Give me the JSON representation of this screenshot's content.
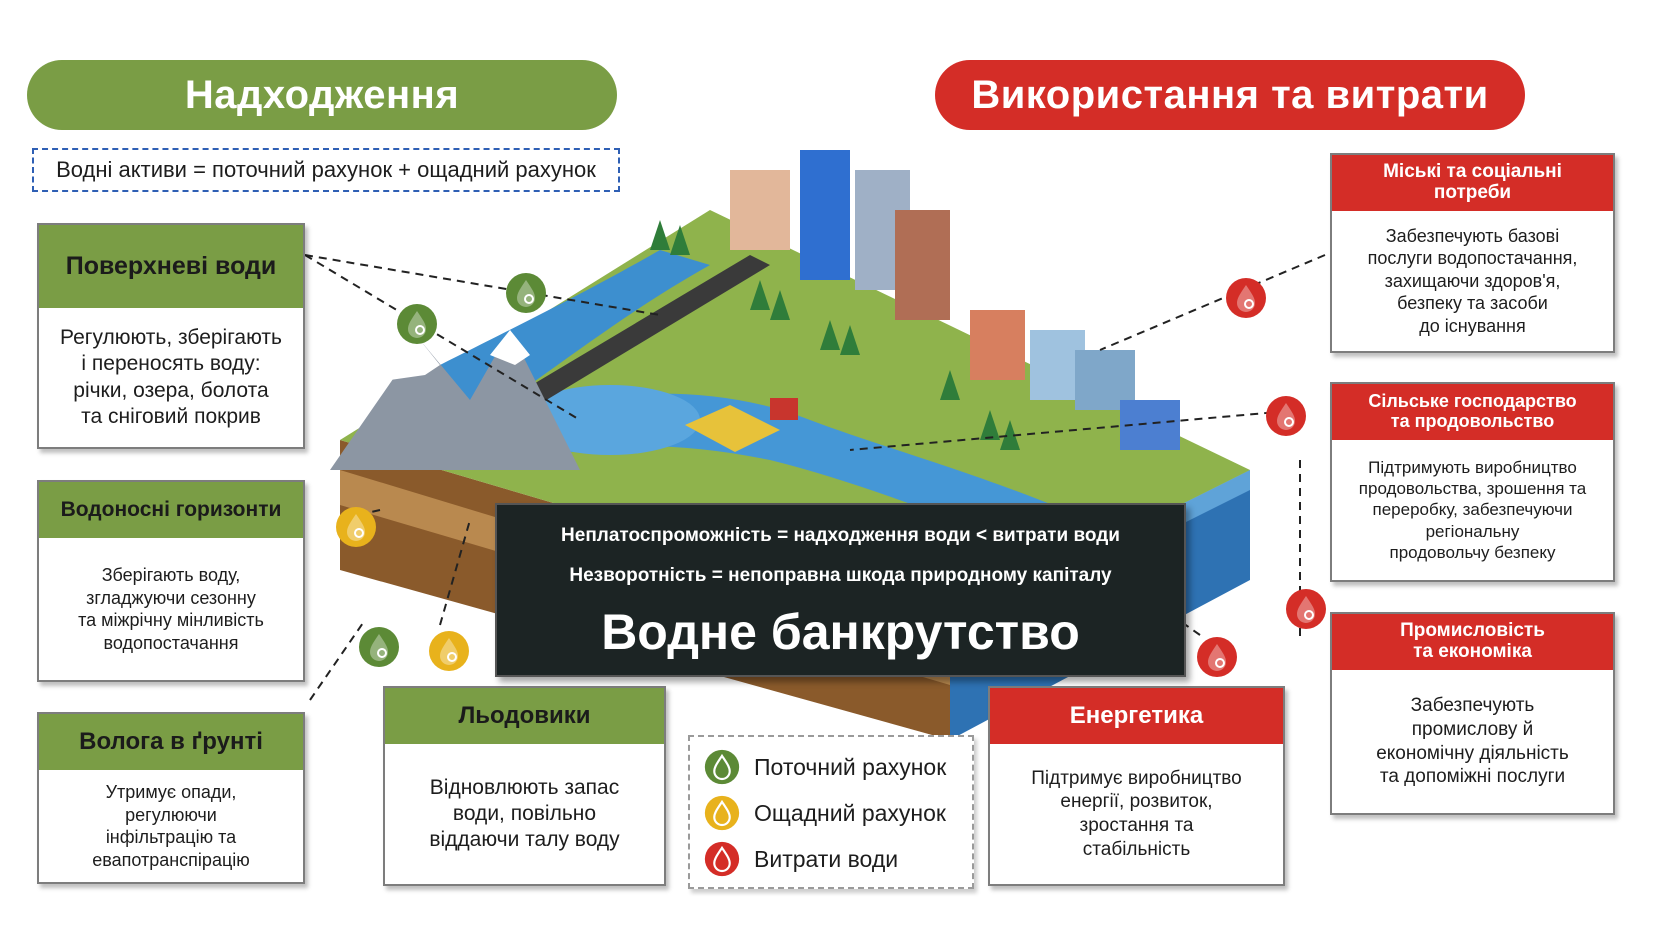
{
  "header": {
    "inflow_title": "Надходження",
    "outflow_title": "Використання та витрати"
  },
  "formula_assets": "Водні активи = поточний рахунок + ощадний рахунок",
  "inflow_cards": {
    "surface": {
      "title": "Поверхневі води",
      "body": "Регулюють, зберігають\nі переносять воду:\nрічки, озера, болота\nта сніговий покрив"
    },
    "aquifers": {
      "title": "Водоносні горизонти",
      "body": "Зберігають воду,\nзгладжуючи сезонну\nта міжрічну мінливість\nводопостачання"
    },
    "soil": {
      "title": "Вологa в ґрунті",
      "body": "Утримує опади,\nрегулюючи\nінфільтрацію та\nевапотранспірацію"
    },
    "glaciers": {
      "title": "Льодовики",
      "body": "Відновлюють запас\nводи, повільно\nвіддаючи талу воду"
    }
  },
  "outflow_cards": {
    "urban": {
      "title": "Міські та соціальні\nпотреби",
      "body": "Забезпечують базові\nпослуги водопостачання,\nзахищаючи здоров'я,\nбезпеку та засоби\nдо існування"
    },
    "agri": {
      "title": "Сільське господарство\nта продовольство",
      "body": "Підтримують виробництво\nпродовольства, зрошення та\nпереробку, забезпечуючи\nрегіональну\nпродовольчу безпеку"
    },
    "industry": {
      "title": "Промисловість\nта економіка",
      "body": "Забезпечують\nпромислову й\nекономічну діяльність\nта допоміжні послуги"
    },
    "energy": {
      "title": "Енергетика",
      "body": "Підтримує виробництво\nенергії, розвиток,\nзростання та\nстабільність"
    }
  },
  "center": {
    "insolvency": "Неплатоспроможність = надходження води < витрати води",
    "irreversibility": "Незворотність = непоправна шкода природному капіталу",
    "title": "Водне банкрутство"
  },
  "legend": {
    "current": "Поточний рахунок",
    "savings": "Ощадний рахунок",
    "losses": "Витрати води"
  },
  "colors": {
    "green": "#7a9d45",
    "red": "#d42d27",
    "gold": "#e8b21c",
    "dark": "#1c2424"
  },
  "icons": [
    "water-drop-icon"
  ]
}
